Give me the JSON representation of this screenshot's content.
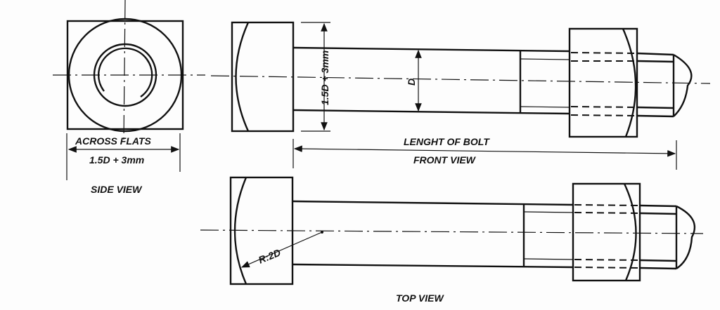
{
  "side_view": {
    "dim_label": "ACROSS FLATS",
    "dim_value": "1.5D + 3mm",
    "title": "SIDE VIEW"
  },
  "front_view": {
    "head_dim": "1.5D + 3mm",
    "shank_dim": "D",
    "length_label": "LENGHT OF BOLT",
    "title": "FRONT VIEW"
  },
  "top_view": {
    "radius_label": "R:2D",
    "title": "TOP VIEW"
  }
}
